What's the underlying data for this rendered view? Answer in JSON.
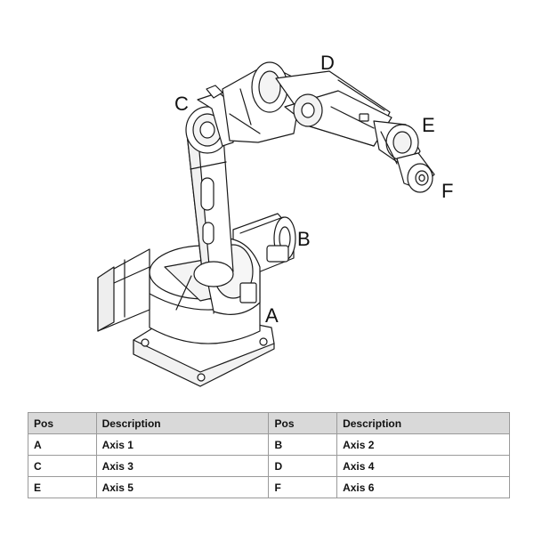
{
  "figure": {
    "labels": {
      "a": "A",
      "b": "B",
      "c": "C",
      "d": "D",
      "e": "E",
      "f": "F"
    }
  },
  "table": {
    "headers": [
      "Pos",
      "Description",
      "Pos",
      "Description"
    ],
    "rows": [
      [
        "A",
        "Axis 1",
        "B",
        "Axis 2"
      ],
      [
        "C",
        "Axis 3",
        "D",
        "Axis 4"
      ],
      [
        "E",
        "Axis 5",
        "F",
        "Axis 6"
      ]
    ]
  }
}
